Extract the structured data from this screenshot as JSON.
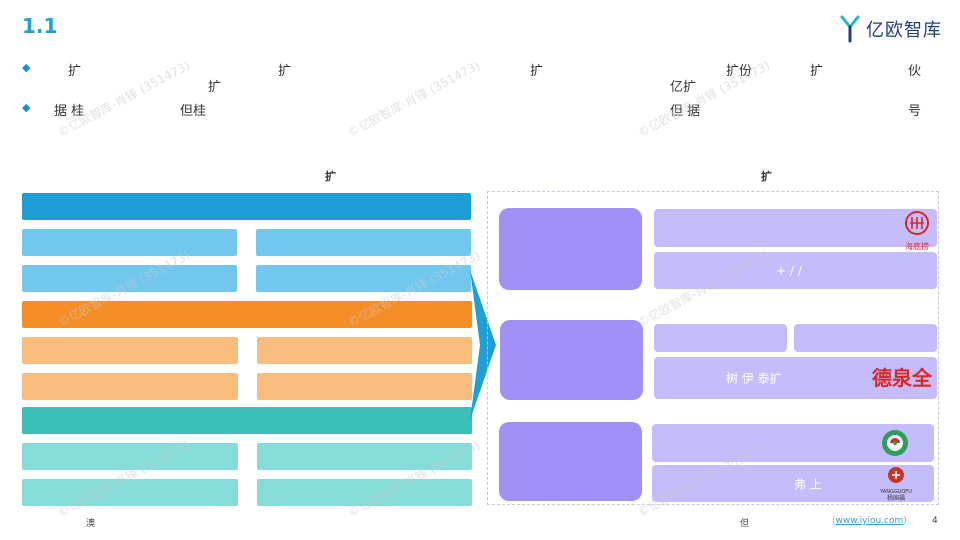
{
  "header": {
    "title": "1.1",
    "logo_text": "亿欧智库"
  },
  "bullets": [
    {
      "line1": [
        "扩",
        "扩",
        "扩",
        "扩份",
        "扩",
        "伙"
      ],
      "line2": [
        "扩",
        "亿扩"
      ]
    },
    {
      "line1": [
        "据 桂",
        "但桂",
        "但 据",
        "号"
      ]
    }
  ],
  "labels": {
    "left_section": "扩",
    "right_section": "扩"
  },
  "right_panel": {
    "bar_2_text": "+ / /",
    "bar_4_text": "树 伊 泰扩",
    "bar_6_text": "弗 上"
  },
  "brands": {
    "haidilao": "海底捞",
    "dejiaquan": "德泉全",
    "yangguofu_en": "YANGGUOFU",
    "yangguofu_cn": "杨国福"
  },
  "footer": {
    "left_note": "澳",
    "right_note": "但",
    "url": "www.iyiou.com",
    "page_number": "4"
  },
  "watermark": "©亿欧智库-肖锋 (351473)",
  "colors": {
    "title_blue": "#1ea0d6",
    "blue": "#1c9dd5",
    "orange": "#f58e26",
    "teal": "#3bbfb8",
    "purple": "#a191f6",
    "lilac": "#c5bdfb"
  }
}
